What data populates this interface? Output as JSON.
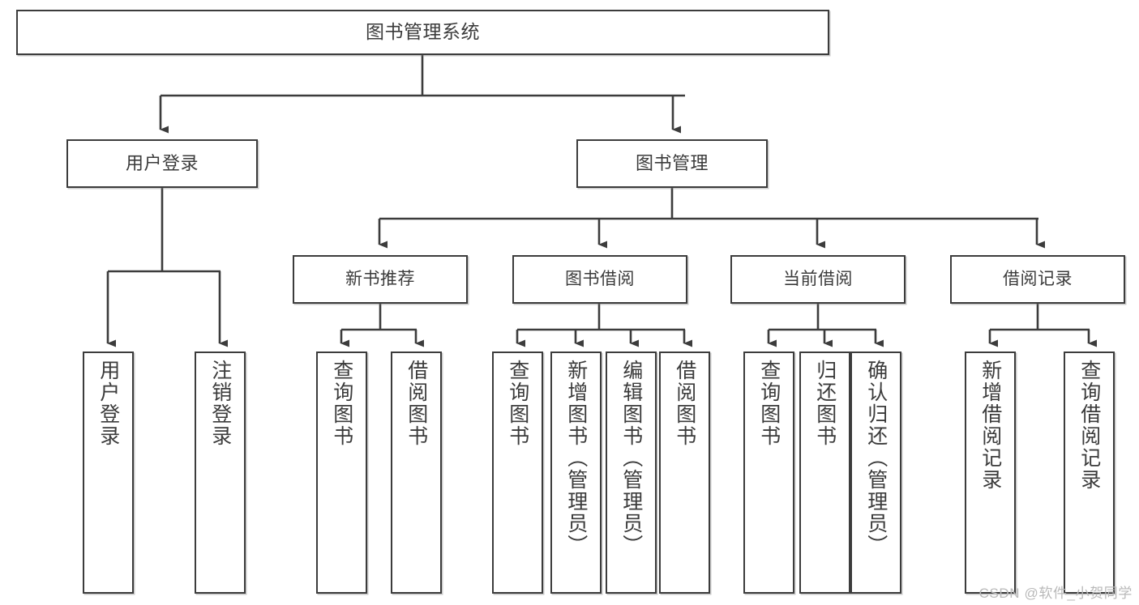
{
  "diagram": {
    "title": "图书管理系统",
    "type": "tree",
    "watermark": "CSDN @软件_小贺同学",
    "colors": {
      "stroke": "#3c3c3c",
      "text": "#3b3b3b",
      "background": "#ffffff",
      "watermark": "#b9b9b9"
    },
    "nodes": {
      "root": {
        "label": "图书管理系统"
      },
      "level2": [
        {
          "id": "user-login",
          "label": "用户登录"
        },
        {
          "id": "book-management",
          "label": "图书管理"
        }
      ],
      "level3": [
        {
          "id": "new-book-recommend",
          "label": "新书推荐"
        },
        {
          "id": "book-borrow",
          "label": "图书借阅"
        },
        {
          "id": "current-borrow",
          "label": "当前借阅"
        },
        {
          "id": "borrow-record",
          "label": "借阅记录"
        }
      ],
      "leaves": {
        "user-login": [
          {
            "id": "leaf-user-login",
            "label": "用户登录"
          },
          {
            "id": "leaf-logout-login",
            "label": "注销登录"
          }
        ],
        "new-book-recommend": [
          {
            "id": "leaf-query-book-1",
            "label": "查询图书"
          },
          {
            "id": "leaf-borrow-book-1",
            "label": "借阅图书"
          }
        ],
        "book-borrow": [
          {
            "id": "leaf-query-book-2",
            "label": "查询图书"
          },
          {
            "id": "leaf-add-book",
            "label": "新增图书（管理员）"
          },
          {
            "id": "leaf-edit-book",
            "label": "编辑图书（管理员）"
          },
          {
            "id": "leaf-borrow-book-2",
            "label": "借阅图书"
          }
        ],
        "current-borrow": [
          {
            "id": "leaf-query-book-3",
            "label": "查询图书"
          },
          {
            "id": "leaf-return-book",
            "label": "归还图书"
          },
          {
            "id": "leaf-confirm-return",
            "label": "确认归还（管理员）"
          }
        ],
        "borrow-record": [
          {
            "id": "leaf-add-record",
            "label": "新增借阅记录"
          },
          {
            "id": "leaf-query-record",
            "label": "查询借阅记录"
          }
        ]
      }
    }
  }
}
